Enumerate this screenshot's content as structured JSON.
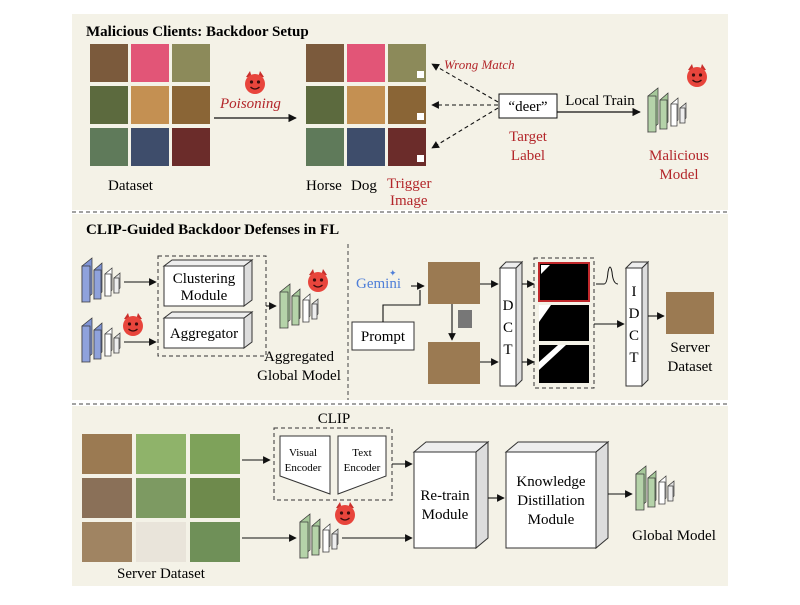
{
  "panel1": {
    "title": "Malicious Clients: Backdoor Setup",
    "poisoning": "Poisoning",
    "wrong_match": "Wrong Match",
    "deer_label": "“deer”",
    "local_train": "Local Train",
    "target_label_1": "Target",
    "target_label_2": "Label",
    "malicious_model_1": "Malicious",
    "malicious_model_2": "Model",
    "dataset": "Dataset",
    "horse": "Horse",
    "dog": "Dog",
    "trigger_image_1": "Trigger",
    "trigger_image_2": "Image"
  },
  "panel2": {
    "title": "CLIP-Guided Backdoor Defenses in FL",
    "clustering_1": "Clustering",
    "clustering_2": "Module",
    "aggregator": "Aggregator",
    "aggregated_1": "Aggregated",
    "aggregated_2": "Global Model",
    "gemini": "Gemini",
    "prompt": "Prompt",
    "dct": [
      "D",
      "C",
      "T"
    ],
    "idct": [
      "I",
      "D",
      "C",
      "T"
    ],
    "server_1": "Server",
    "server_2": "Dataset"
  },
  "panel3": {
    "clip": "CLIP",
    "visual_1": "Visual",
    "visual_2": "Encoder",
    "text_1": "Text",
    "text_2": "Encoder",
    "retrain_1": "Re-train",
    "retrain_2": "Module",
    "kd_1": "Knowledge",
    "kd_2": "Distillation",
    "kd_3": "Module",
    "global_model": "Global Model",
    "server_dataset": "Server Dataset"
  },
  "colors": {
    "panel_bg": "#f4f2e7",
    "model_blue": "#7f93d3",
    "model_green": "#a6c89a",
    "red_text": "#b3262a",
    "devil": "#e8453c"
  }
}
